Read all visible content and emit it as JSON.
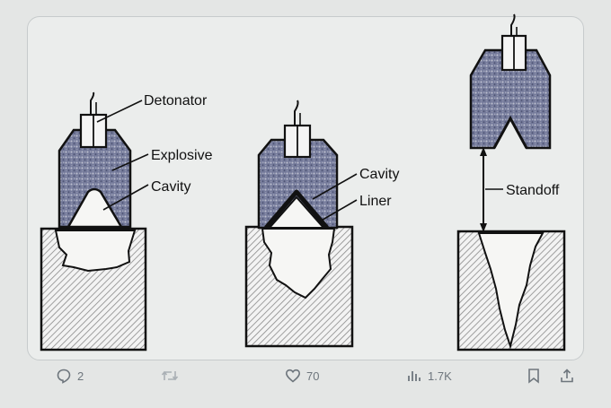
{
  "diagram": {
    "labels": {
      "detonator": "Detonator",
      "explosive": "Explosive",
      "cavity_1": "Cavity",
      "cavity_2": "Cavity",
      "liner": "Liner",
      "standoff": "Standoff"
    }
  },
  "actions": {
    "reply_count": "2",
    "retweet_count": "",
    "like_count": "70",
    "views_count": "1.7K"
  },
  "colors": {
    "action_gray": "#6e767d",
    "explosive_fill": "#6a6f92",
    "block_hatch": "#777777"
  },
  "icons": [
    "reply-icon",
    "retweet-icon",
    "like-icon",
    "views-icon",
    "bookmark-icon",
    "share-icon"
  ]
}
